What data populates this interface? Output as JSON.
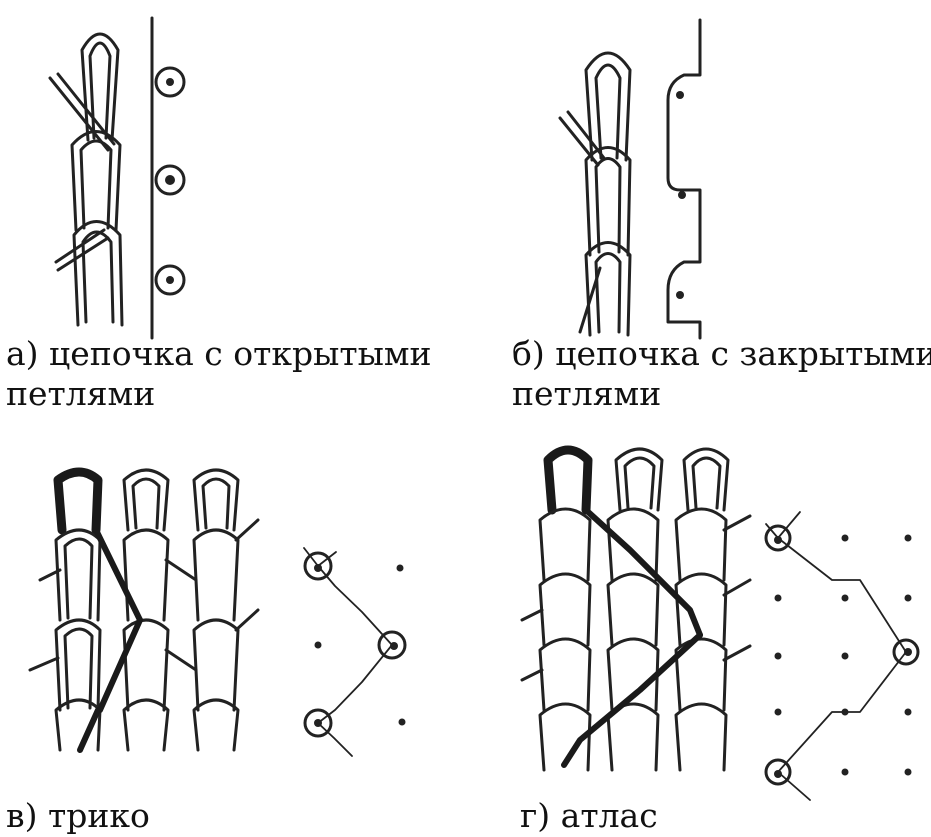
{
  "panels": [
    {
      "id": "a",
      "caption_line1": "а) цепочка с открытыми",
      "caption_line2": "петлями"
    },
    {
      "id": "b",
      "caption_line1": "б) цепочка с закрытыми",
      "caption_line2": "петлями"
    },
    {
      "id": "c",
      "caption_line1": "в) трико",
      "caption_line2": ""
    },
    {
      "id": "d",
      "caption_line1": "г) атлас",
      "caption_line2": ""
    }
  ]
}
